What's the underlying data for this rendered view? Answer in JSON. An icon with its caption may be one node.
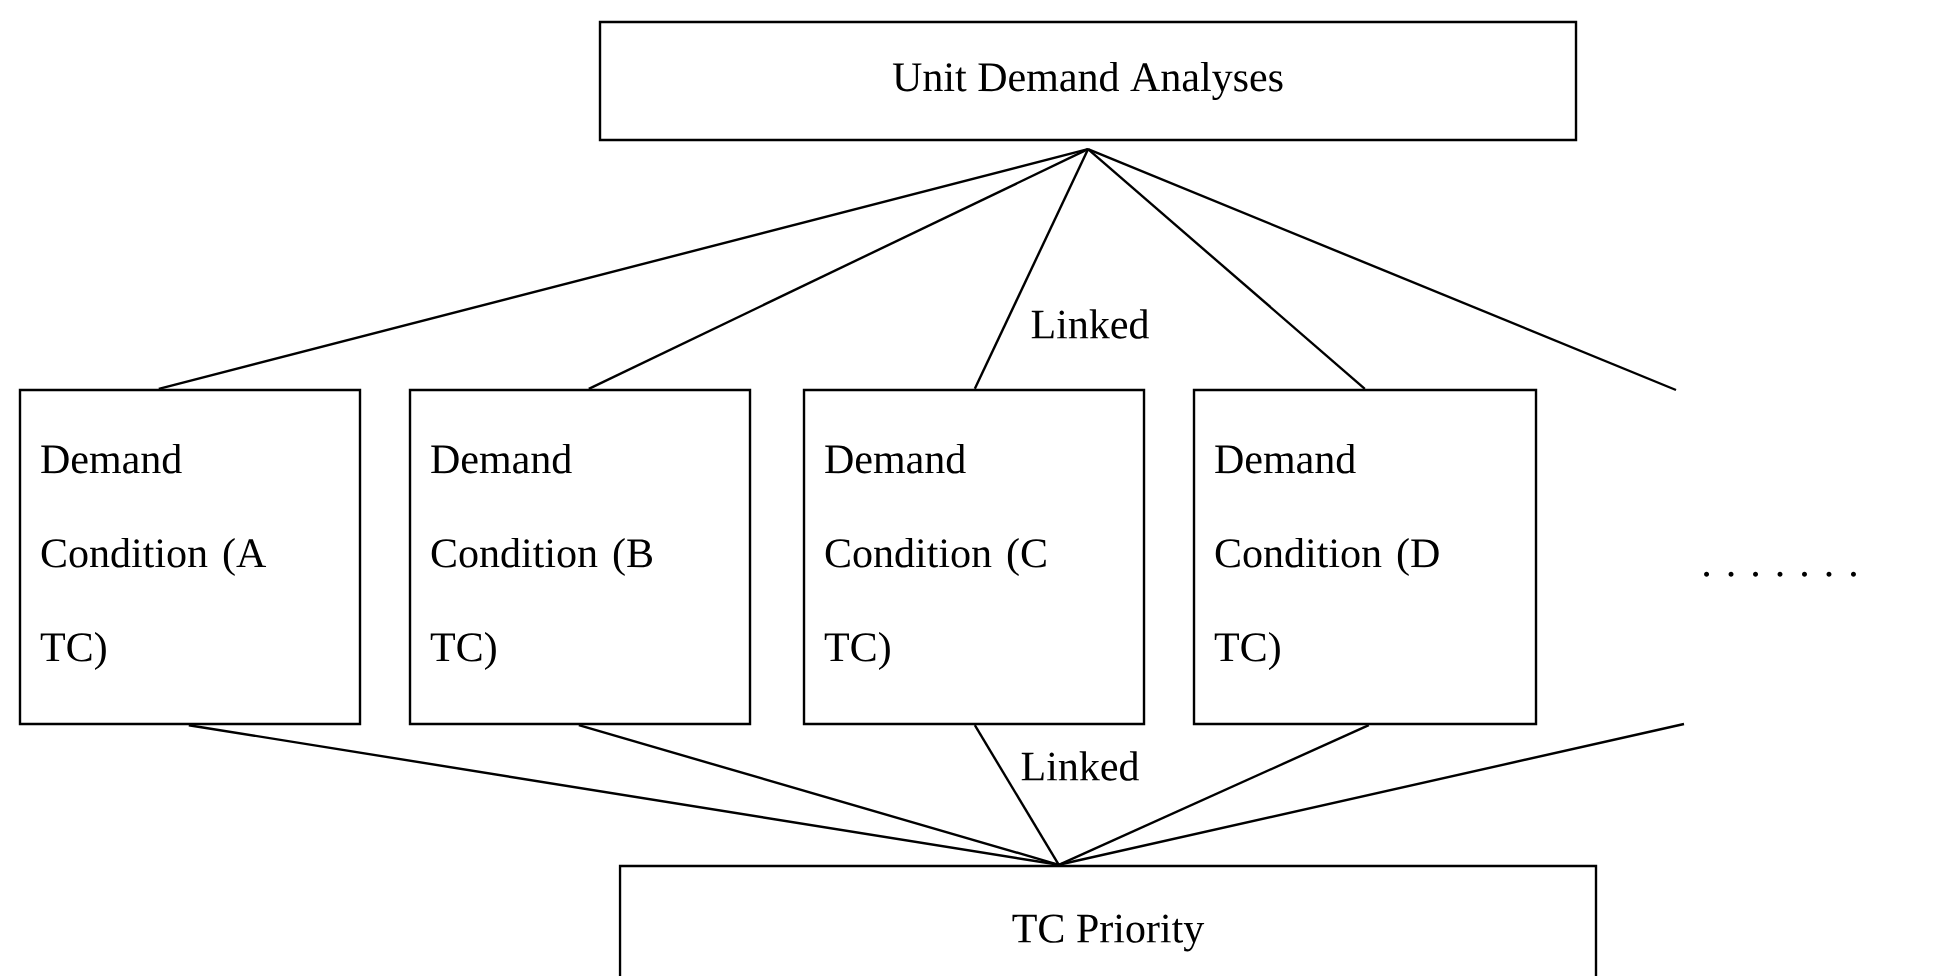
{
  "diagram": {
    "nodes": [
      {
        "text": [
          "Unit Demand Analyses"
        ]
      },
      {
        "text": [
          "Demand Condition (A TC)"
        ]
      },
      {
        "text": [
          "Demand Condition (B TC)"
        ]
      },
      {
        "text": [
          "Demand Condition (C TC)"
        ]
      },
      {
        "text": [
          "Demand Condition (D TC)"
        ]
      },
      {
        "text": [
          "TC Priority"
        ]
      }
    ],
    "edges": [
      {
        "from": 0,
        "to": 1,
        "arrow": "none"
      },
      {
        "from": 0,
        "to": 2,
        "arrow": "none"
      },
      {
        "from": 0,
        "to": 3,
        "arrow": "none",
        "label": "Linked"
      },
      {
        "from": 0,
        "to": 4,
        "arrow": "none"
      },
      {
        "from": 0,
        "to": null,
        "arrow": "none"
      },
      {
        "from": 1,
        "to": 5,
        "arrow": "none"
      },
      {
        "from": 2,
        "to": 5,
        "arrow": "none"
      },
      {
        "from": 3,
        "to": 5,
        "arrow": "none",
        "label": "Linked"
      },
      {
        "from": 4,
        "to": 5,
        "arrow": "none"
      },
      {
        "from": null,
        "to": 5,
        "arrow": "none"
      }
    ],
    "labels": [
      "· · · · · · ·"
    ]
  }
}
